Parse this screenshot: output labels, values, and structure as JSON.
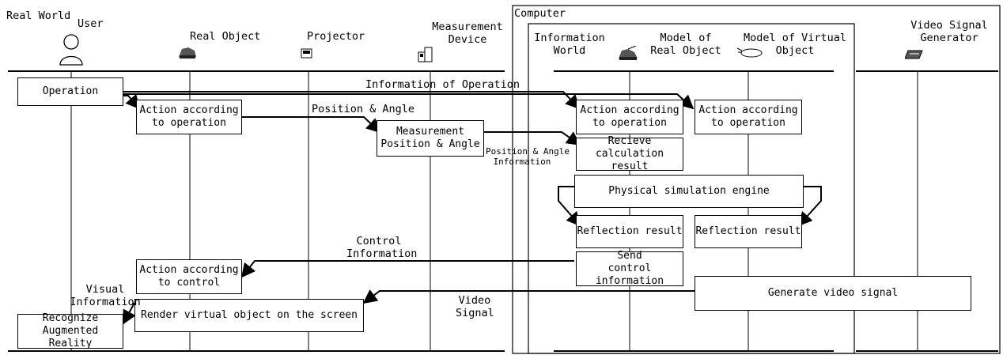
{
  "regions": {
    "real_world": "Real World",
    "computer": "Computer"
  },
  "actors": {
    "user": "User",
    "real_object": "Real Object",
    "projector": "Projector",
    "measurement_device": "Measurement\nDevice",
    "information_world": "Information\nWorld",
    "model_real_object": "Model of\nReal Object",
    "model_virtual_object": "Model of Virtual\nObject",
    "video_signal_generator": "Video Signal\nGenerator"
  },
  "boxes": {
    "operation": "Operation",
    "action_operation_real": "Action according\nto operation",
    "measurement": "Measurement\nPosition & Angle",
    "action_operation_model_real": "Action according\nto operation",
    "action_operation_model_virtual": "Action according\nto operation",
    "receive_result": "Recieve\ncalculation result",
    "physics_engine": "Physical simulation engine",
    "reflection_real": "Reflection result",
    "reflection_virtual": "Reflection result",
    "send_control": "Send\ncontrol information",
    "action_control": "Action according\nto control",
    "generate_video": "Generate video signal",
    "render": "Render virtual object on the screen",
    "recognize": "Recognize\nAugmented Reality"
  },
  "labels": {
    "info_operation": "Information of Operation",
    "position_angle": "Position & Angle",
    "position_angle_info": "Position & Angle\nInformation",
    "control_info": "Control\nInformation",
    "video_signal": "Video\nSignal",
    "visual_info": "Visual\nInformation"
  }
}
